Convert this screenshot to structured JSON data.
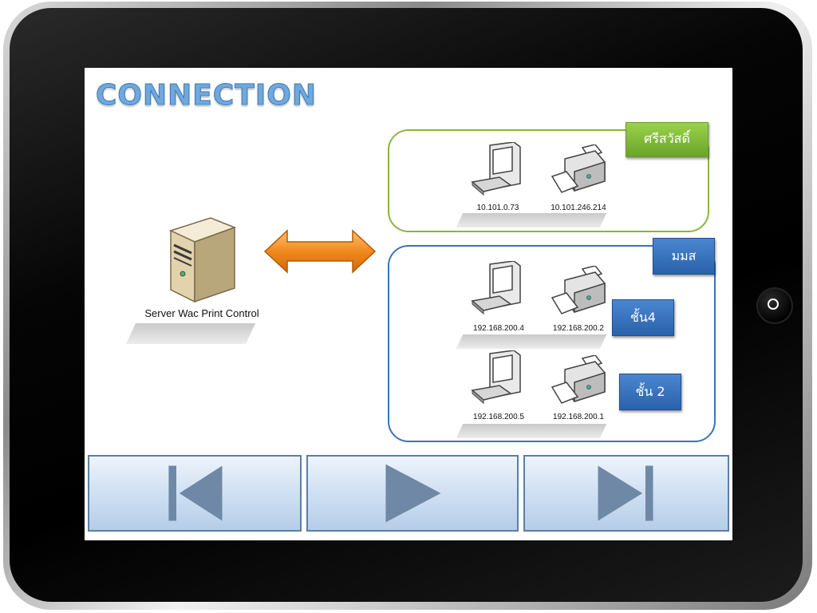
{
  "slide": {
    "title": "CONNECTION"
  },
  "server": {
    "label": "Server Wac Print Control",
    "icon": "server-tower-icon"
  },
  "groups": {
    "srisawat": {
      "tag": "ศรีสวัสดิ์",
      "pc_ip": "10.101.0.73",
      "printer_ip": "10.101.246.214"
    },
    "mms": {
      "tag": "มมส",
      "floor4": {
        "tag": "ชั้น4",
        "pc_ip": "192.168.200.4",
        "printer_ip": "192.168.200.2"
      },
      "floor2": {
        "tag": "ชั้น 2",
        "pc_ip": "192.168.200.5",
        "printer_ip": "192.168.200.1"
      }
    }
  },
  "navigation": {
    "first_icon": "skip-back-icon",
    "play_icon": "play-icon",
    "last_icon": "skip-forward-icon"
  },
  "colors": {
    "arrow": "#f08a1e",
    "green_group": "#8ab53f",
    "blue_group": "#3c74b5",
    "title": "#6fa8dc"
  }
}
